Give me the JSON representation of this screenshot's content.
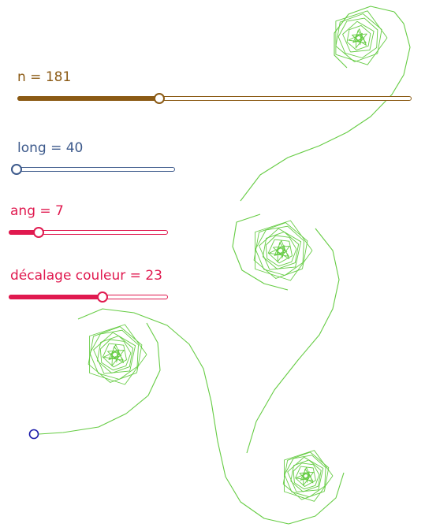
{
  "sliders": [
    {
      "label": "n = 181",
      "value": 181,
      "fraction": 0.36,
      "color": "#8b5a14"
    },
    {
      "label": "long = 40",
      "value": 40,
      "fraction": 0.0,
      "color": "#3d5a8c"
    },
    {
      "label": "ang = 7",
      "value": 7,
      "fraction": 0.19,
      "color": "#e0194f"
    },
    {
      "label": "décalage couleur = 23",
      "value": 23,
      "fraction": 0.59,
      "color": "#e0194f"
    }
  ],
  "curve": {
    "color": "#66cc44",
    "start_point_color": "#1a1aaa"
  }
}
